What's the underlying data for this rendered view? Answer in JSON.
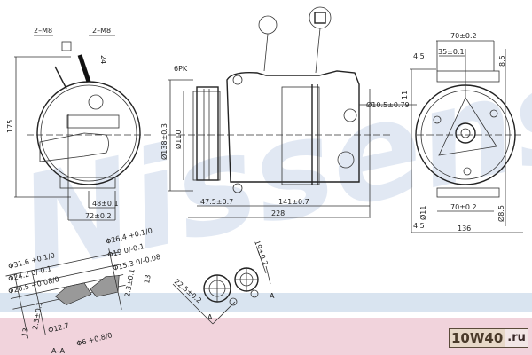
{
  "watermark": "Nissens",
  "logo": {
    "main": "10W40",
    "suffix": ".ru"
  },
  "front_view": {
    "bolt_left": "2–M8",
    "bolt_right": "2–M8",
    "angle_dim": "24",
    "height": "175",
    "dim_48": "48±0.1",
    "dim_72": "72±0.2"
  },
  "side_view": {
    "belt": "6PK",
    "pulley_outer": "Ø138±0.3",
    "pulley_inner": "Ø110",
    "dim_47": "47.5±0.7",
    "dim_141": "141±0.7",
    "dim_228": "228",
    "hole": "Ø10.5±0.79",
    "dim_11": "11"
  },
  "rear_view": {
    "top_70": "70±0.2",
    "top_35": "35±0.1",
    "top_45": "4.5",
    "top_85": "8.5",
    "bot_70": "70±0.2",
    "bot_d11": "Ø11",
    "bot_45": "4.5",
    "bot_136": "136",
    "bot_d85": "Ø8.5"
  },
  "section": {
    "d316": "Φ31.6 +0.1/0",
    "d242": "Φ24.2 0/-0.1",
    "d205": "Φ20.5 +0.08/0",
    "d264": "Φ26.4 +0.1/0",
    "d19": "Φ19 0/-0.1",
    "d153": "Φ15.3 0/-0.08",
    "t23a": "2.3±0.1",
    "t13a": "13",
    "t23b": "2.3±0.1",
    "t13b": "13",
    "d127": "Φ12.7",
    "d6": "Φ6 +0.8/0",
    "label": "A–A"
  },
  "port_detail": {
    "dim_19": "19±0.2",
    "dim_225": "22.5±0.2",
    "a1": "A",
    "a2": "A"
  }
}
